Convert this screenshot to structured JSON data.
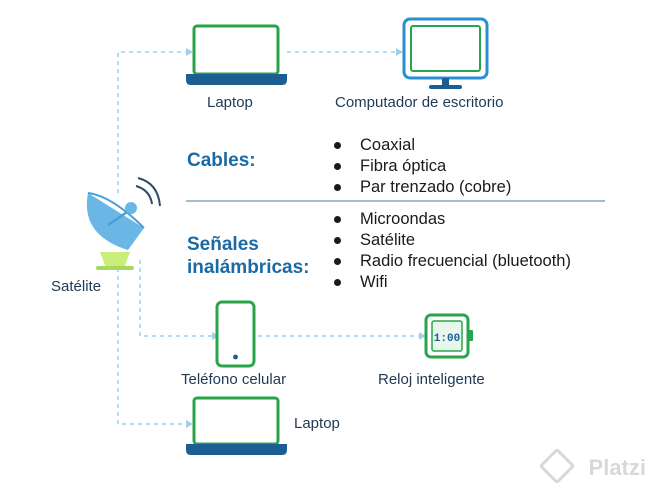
{
  "devices": {
    "laptop_top": "Laptop",
    "desktop": "Computador de escritorio",
    "satellite": "Satélite",
    "phone": "Teléfono celular",
    "watch": "Reloj inteligente",
    "laptop_bottom": "Laptop",
    "watch_display": "1:00"
  },
  "cables": {
    "heading": "Cables:",
    "items": [
      "Coaxial",
      "Fibra óptica",
      "Par trenzado (cobre)"
    ]
  },
  "wireless": {
    "heading_line1": "Señales",
    "heading_line2": "inalámbricas:",
    "items": [
      "Microondas",
      "Satélite",
      "Radio frecuencial (bluetooth)",
      "Wifi"
    ]
  },
  "watermark": "Platzi",
  "colors": {
    "device_outline": "#2aa44a",
    "device_base": "#1b5f92",
    "dashed_connector": "#9fd0ec",
    "dish": "#6ab7e5",
    "dish_stand": "#c9ee7a",
    "heading": "#1a6aa6",
    "separator": "#7fa8c8",
    "screen_outline": "#2a8fd0"
  }
}
